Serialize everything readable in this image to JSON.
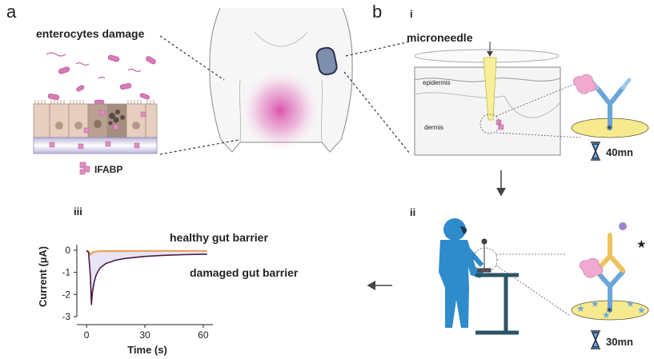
{
  "panels": {
    "a": {
      "letter": "a",
      "title": "enterocytes damage",
      "legend_label": "IFABP"
    },
    "b": {
      "letter": "b",
      "step_i": "i",
      "step_ii": "ii",
      "step_iii": "iii",
      "microneedle_label": "microneedle",
      "epidermis_label": "epidermis",
      "dermis_label": "dermis",
      "time_1": "40mn",
      "time_2": "30mn"
    }
  },
  "chart_data": {
    "type": "line",
    "xlabel": "Time (s)",
    "ylabel": "Current (µA)",
    "xlim": [
      -5,
      65
    ],
    "ylim": [
      -3,
      0.25
    ],
    "xticks": [
      0,
      30,
      60
    ],
    "yticks": [
      0,
      -1,
      -2,
      -3
    ],
    "grid": false,
    "series": [
      {
        "name": "healthy gut barrier",
        "color": "#e8a15a",
        "x": [
          0,
          1,
          2,
          3,
          4,
          6,
          10,
          20,
          40,
          62
        ],
        "y": [
          -0.02,
          -0.05,
          -0.2,
          -0.12,
          -0.07,
          -0.05,
          -0.04,
          -0.04,
          -0.03,
          -0.03
        ]
      },
      {
        "name": "damaged gut barrier",
        "color": "#4a1a45",
        "x": [
          0,
          1,
          2,
          2.5,
          3,
          4,
          5,
          7,
          10,
          15,
          20,
          30,
          40,
          50,
          62
        ],
        "y": [
          -0.02,
          -0.1,
          -1.2,
          -2.45,
          -1.9,
          -1.4,
          -1.1,
          -0.8,
          -0.6,
          -0.45,
          -0.37,
          -0.28,
          -0.23,
          -0.2,
          -0.18
        ]
      }
    ]
  }
}
